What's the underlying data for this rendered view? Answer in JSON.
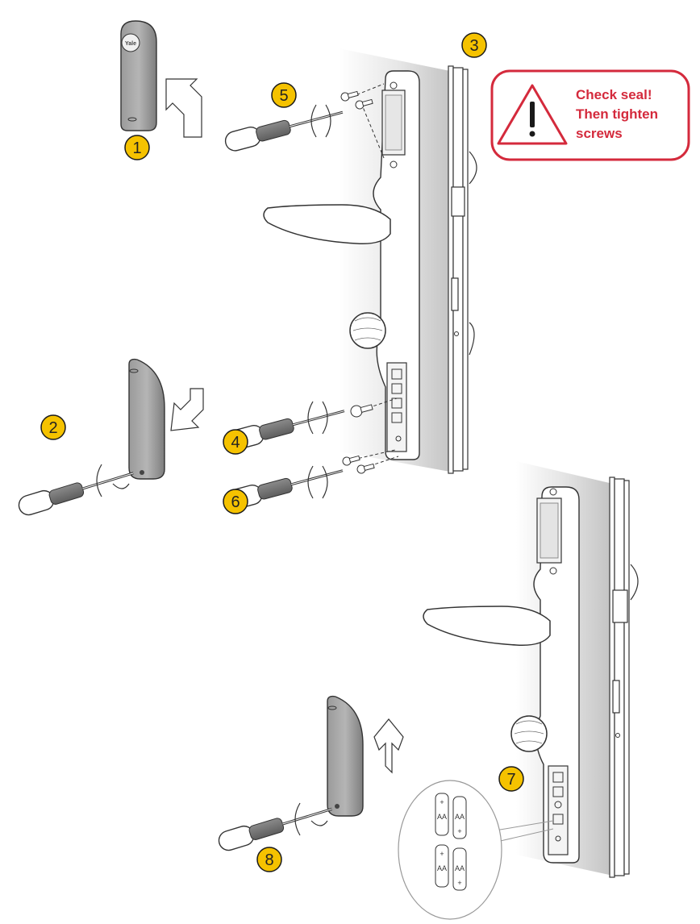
{
  "steps": {
    "s1": "1",
    "s2": "2",
    "s3": "3",
    "s4": "4",
    "s5": "5",
    "s6": "6",
    "s7": "7",
    "s8": "8"
  },
  "warning": {
    "line1": "Check seal!",
    "line2": "Then tighten",
    "line3": "screws"
  },
  "logo": "Yale",
  "batteries": {
    "label": "AA",
    "plus": "+"
  },
  "colors": {
    "badge_fill": "#f5c200",
    "badge_stroke": "#1a1a1a",
    "warning_red": "#d42a3c",
    "door_grey": "#c8c8c8",
    "cover_grey": "#8a8a8a"
  }
}
